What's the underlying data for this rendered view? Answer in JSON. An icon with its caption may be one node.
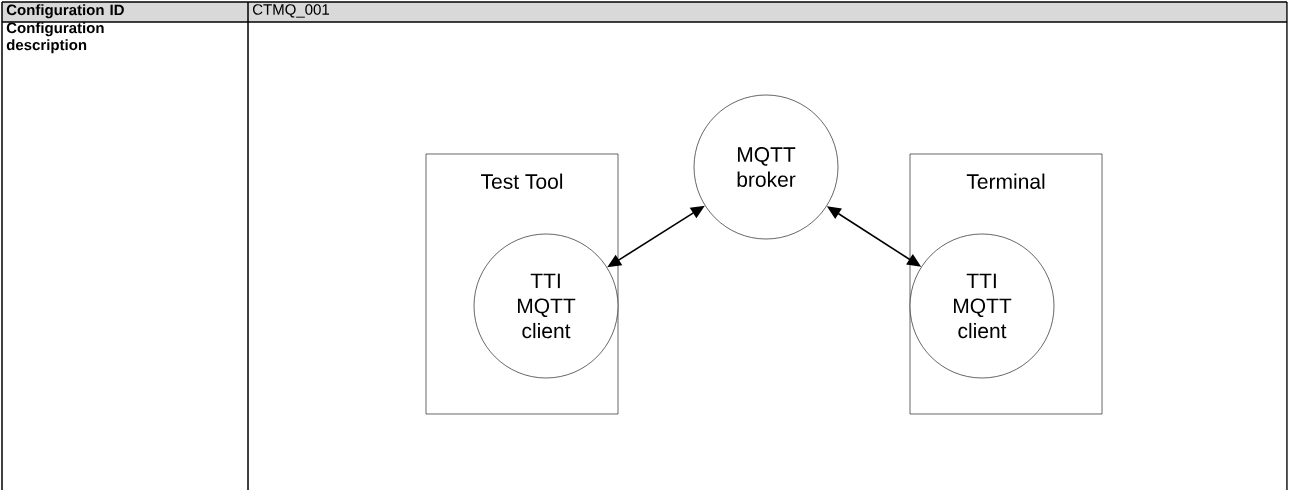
{
  "diagram": {
    "nodes": [
      {
        "text": [
          "Test Tool"
        ]
      },
      {
        "text": [
          "TTI MQTT client"
        ],
        "in": 0
      },
      {
        "text": [
          "MQTT broker"
        ]
      },
      {
        "text": [
          "Terminal"
        ]
      },
      {
        "text": [
          "TTI MQTT client"
        ],
        "in": 3
      }
    ],
    "edges": [
      {
        "from": 1,
        "to": 2,
        "arrow": "both"
      },
      {
        "from": 2,
        "to": 4,
        "arrow": "both"
      }
    ],
    "labels": [
      "Configuration ID",
      "CTMQ_001",
      "Configuration description"
    ]
  }
}
